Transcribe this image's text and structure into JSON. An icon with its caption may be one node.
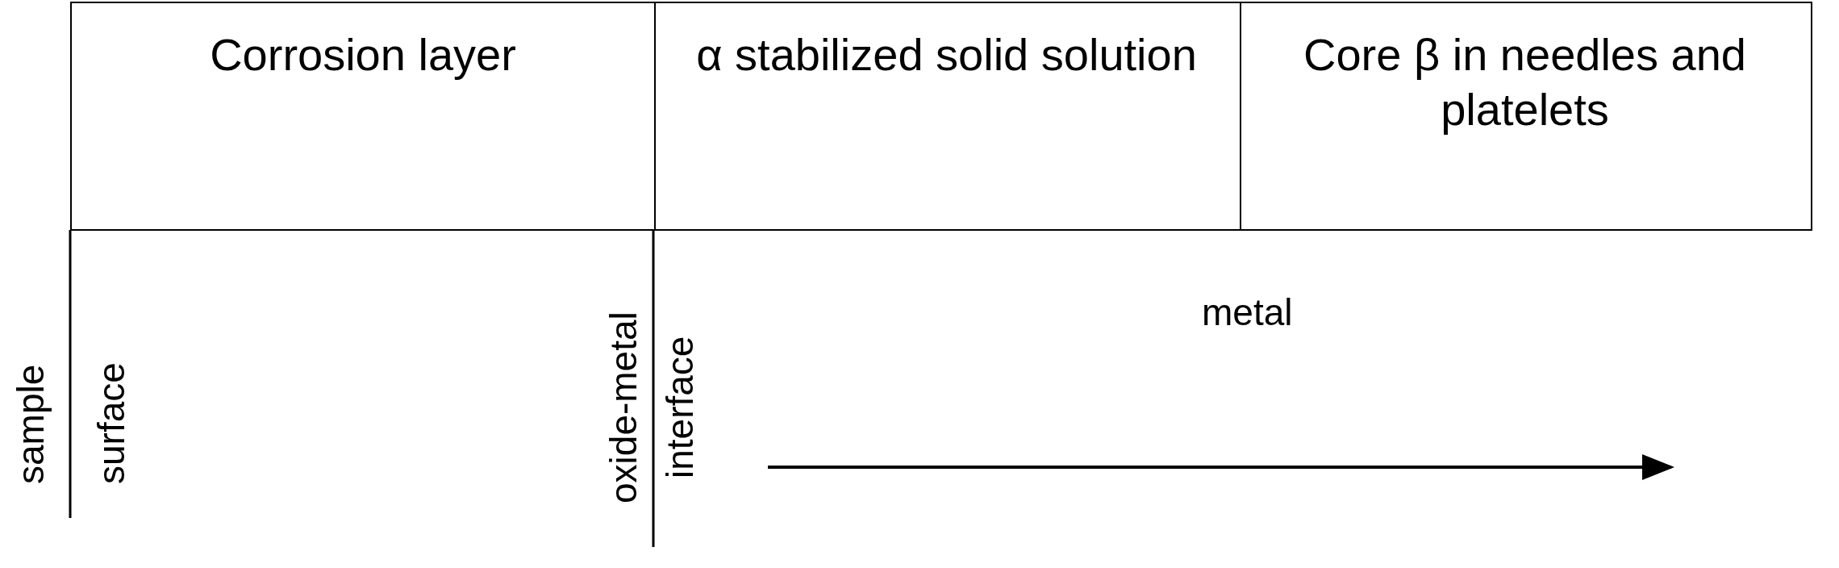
{
  "diagram": {
    "nodes": [
      {
        "text": [
          "Corrosion layer"
        ]
      },
      {
        "text": [
          "α stabilized solid solution"
        ]
      },
      {
        "text": [
          "Core β in needles and platelets"
        ]
      }
    ],
    "labels": [
      "sample surface",
      "oxide-metal interface",
      "metal"
    ]
  }
}
